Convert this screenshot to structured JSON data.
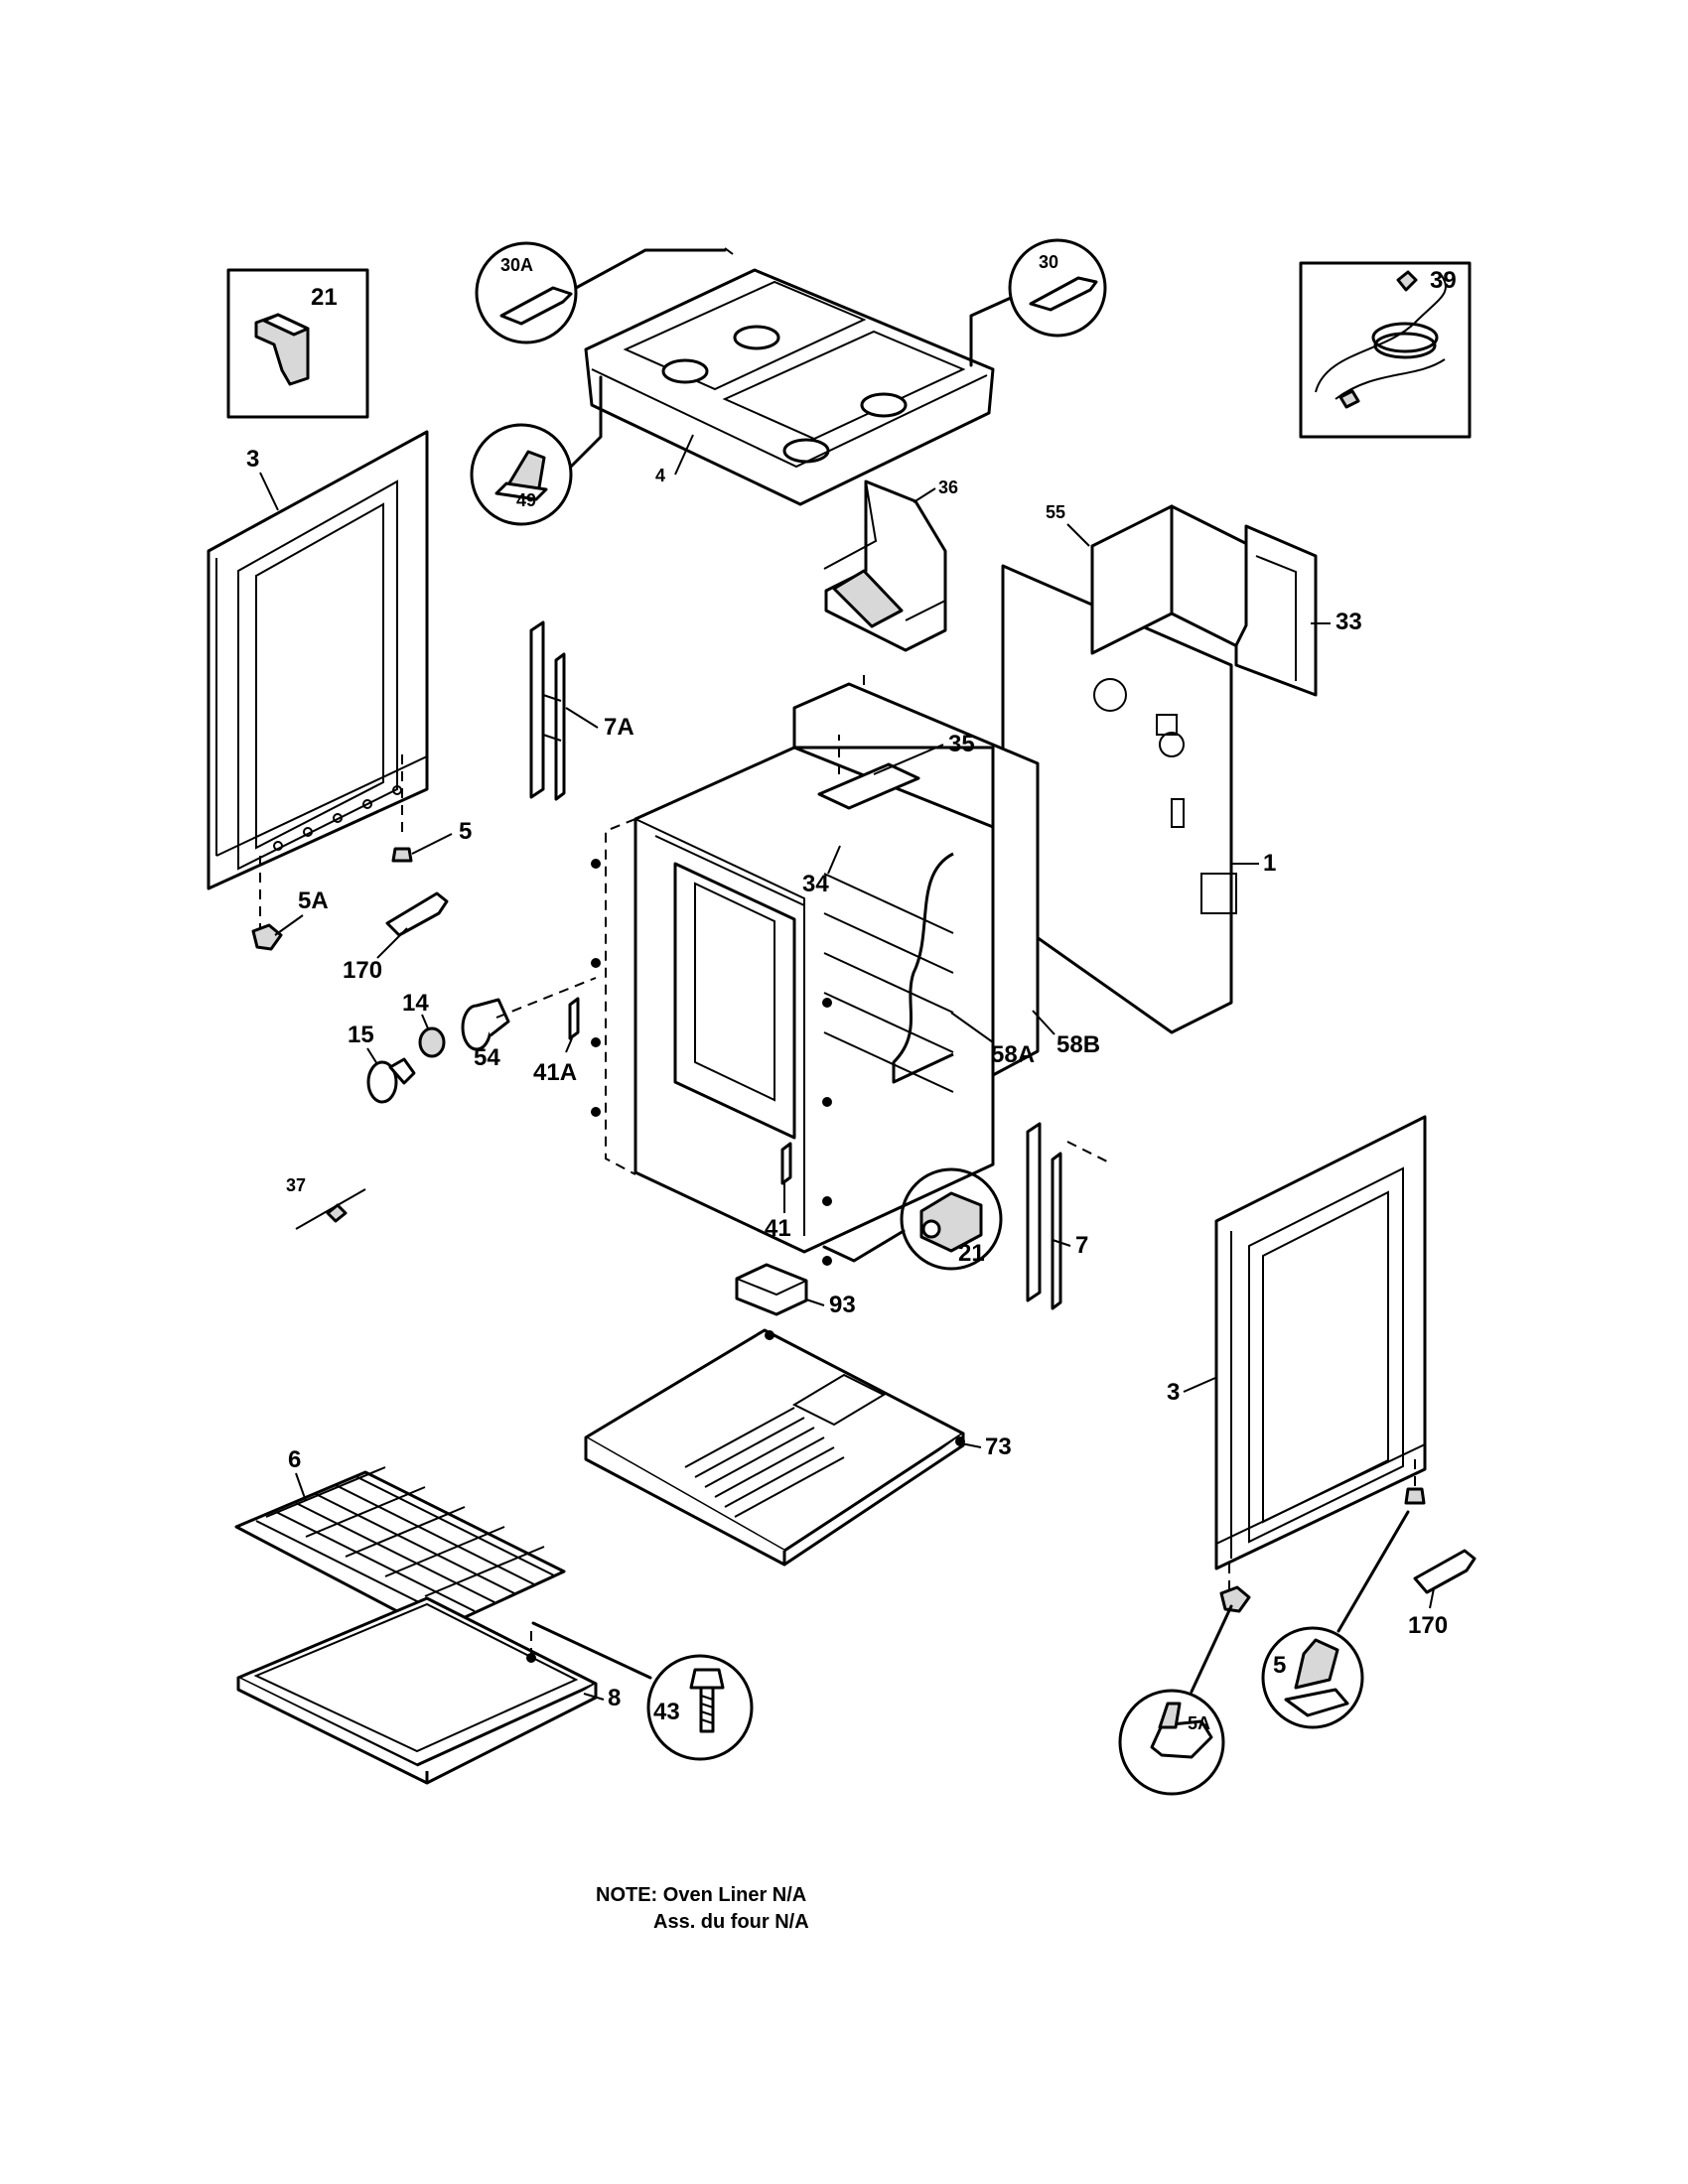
{
  "callouts": {
    "c21_box": "21",
    "c30A": "30A",
    "c30": "30",
    "c39": "39",
    "c3_left": "3",
    "c49": "49",
    "c4": "4",
    "c36": "36",
    "c55": "55",
    "c33": "33",
    "c7A": "7A",
    "c35": "35",
    "c5_top": "5",
    "c5A_top": "5A",
    "c170_left": "170",
    "c34": "34",
    "c1": "1",
    "c14": "14",
    "c15": "15",
    "c54": "54",
    "c41A": "41A",
    "c58A": "58A",
    "c58B": "58B",
    "c37": "37",
    "c41": "41",
    "c21_circle": "21",
    "c7": "7",
    "c93": "93",
    "c3_right": "3",
    "c73": "73",
    "c6": "6",
    "c8": "8",
    "c43": "43",
    "c170_right": "170",
    "c5_circle": "5",
    "c5A_circle": "5A"
  },
  "note": {
    "line1": "NOTE: Oven Liner N/A",
    "line2": "Ass. du four N/A"
  }
}
